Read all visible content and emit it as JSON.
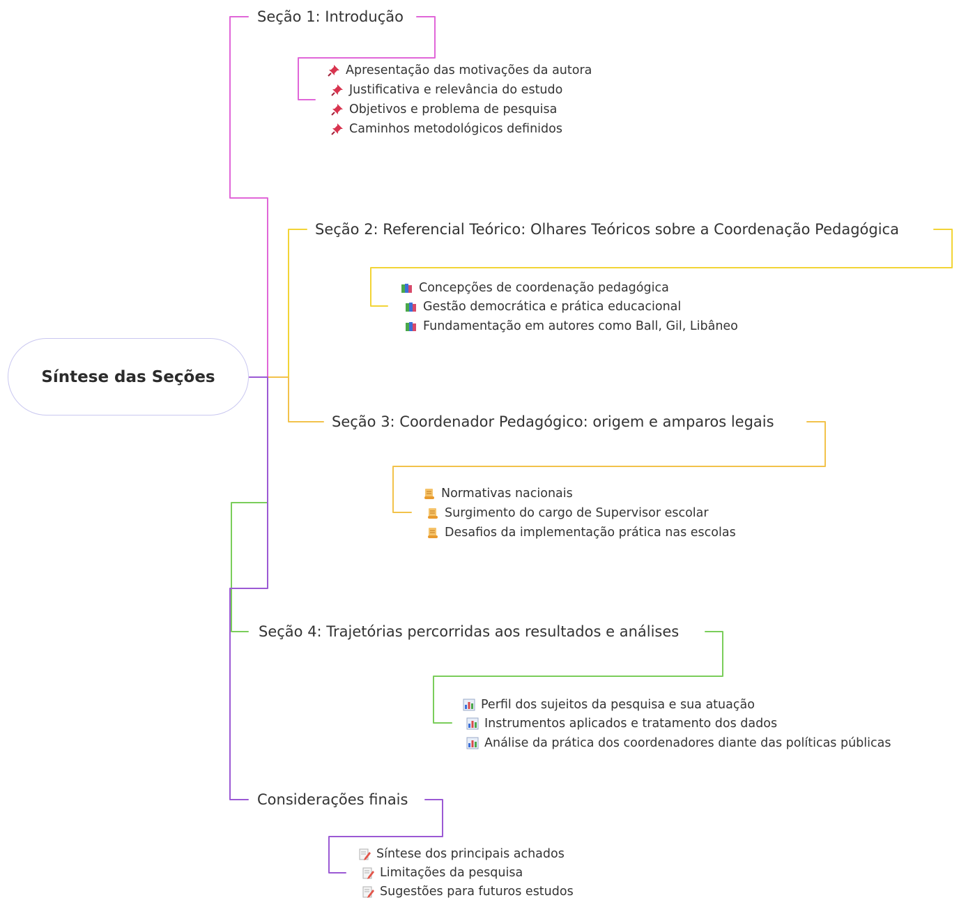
{
  "root": {
    "label": "Síntese das Seções"
  },
  "sections": [
    {
      "title": "Seção 1: Introdução",
      "color": "#e066d8",
      "icon": "pushpin-icon",
      "items": [
        "Apresentação das motivações da autora",
        "Justificativa e relevância do estudo",
        "Objetivos e problema de pesquisa",
        "Caminhos metodológicos definidos"
      ]
    },
    {
      "title": "Seção 2: Referencial Teórico: Olhares Teóricos sobre a Coordenação Pedagógica",
      "color": "#f2d436",
      "icon": "books-icon",
      "items": [
        "Concepções de coordenação pedagógica",
        "Gestão democrática e prática educacional",
        "Fundamentação em autores como Ball, Gil, Libâneo"
      ]
    },
    {
      "title": "Seção 3: Coordenador Pedagógico: origem e amparos legais",
      "color": "#f2c24a",
      "icon": "scroll-icon",
      "items": [
        "Normativas nacionais",
        "Surgimento do cargo de Supervisor escolar",
        "Desafios da implementação prática nas escolas"
      ]
    },
    {
      "title": "Seção 4: Trajetórias percorridas aos resultados e análises",
      "color": "#7acd5a",
      "icon": "bar-chart-icon",
      "items": [
        "Perfil dos sujeitos da pesquisa e sua atuação",
        "Instrumentos aplicados e tratamento dos dados",
        "Análise da prática dos coordenadores diante das políticas públicas"
      ]
    },
    {
      "title": "Considerações finais",
      "color": "#9b59d4",
      "icon": "memo-icon",
      "items": [
        "Síntese dos principais achados",
        "Limitações da pesquisa",
        "Sugestões para futuros estudos"
      ]
    }
  ]
}
